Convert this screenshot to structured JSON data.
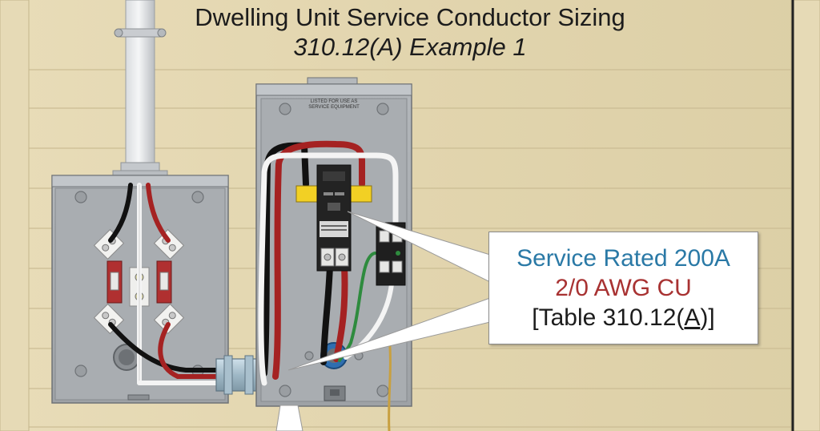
{
  "title": {
    "line1": "Dwelling Unit Service Conductor Sizing",
    "line2": "310.12(A) Example 1"
  },
  "callout": {
    "line1": "Service Rated 200A",
    "line2": "2/0 AWG CU",
    "line3_prefix": "[Table 310.12(",
    "line3_underlined": "A",
    "line3_suffix": ")]",
    "colors": {
      "rating": "#2a79a6",
      "conductor": "#a83232",
      "reference": "#1c1c1c"
    }
  },
  "panel": {
    "label_line1": "LISTED FOR USE AS",
    "label_line2": "SERVICE EQUIPMENT"
  },
  "colors": {
    "wall": "#e4d8b4",
    "enclosure": "#a6aaae",
    "hot_black": "#111111",
    "hot_red": "#a52222",
    "neutral_white": "#f4f4f4",
    "ground_green": "#2e8b3e",
    "lug_yellow": "#f2d024"
  }
}
